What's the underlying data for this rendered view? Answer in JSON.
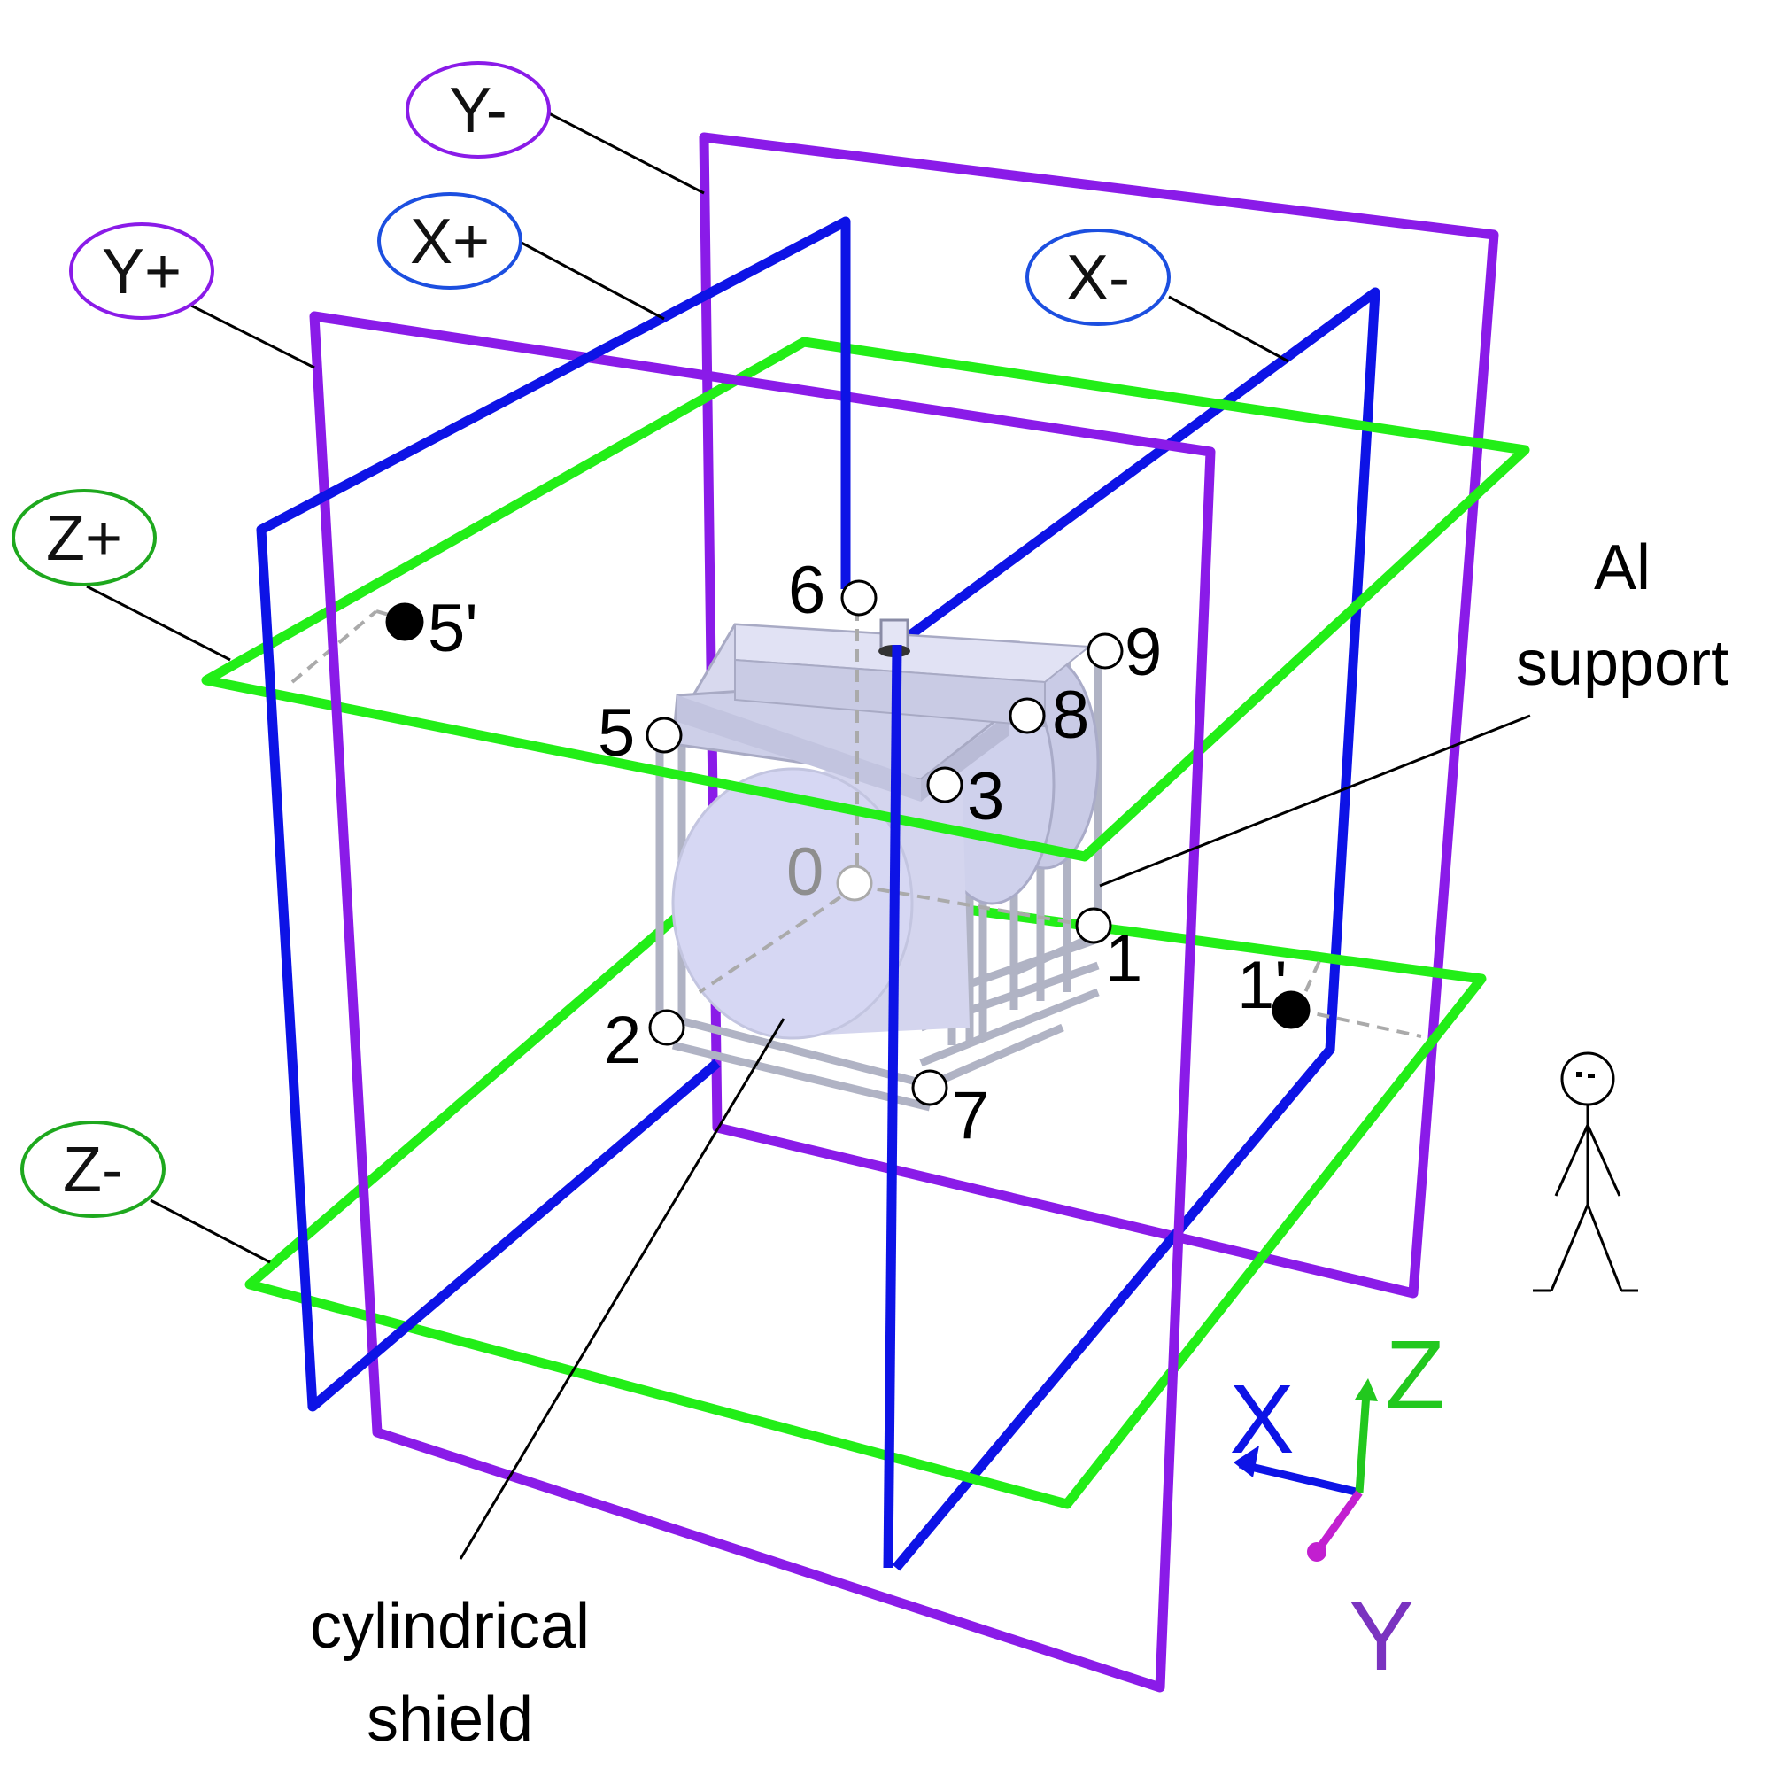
{
  "planes": {
    "y_minus": {
      "label": "Y-",
      "color": "#8a1be8"
    },
    "y_plus": {
      "label": "Y+",
      "color": "#8a1be8"
    },
    "x_plus": {
      "label": "X+",
      "color": "#0d13e6"
    },
    "x_minus": {
      "label": "X-",
      "color": "#0d13e6"
    },
    "z_plus": {
      "label": "Z+",
      "color": "#22ee17"
    },
    "z_minus": {
      "label": "Z-",
      "color": "#22ee17"
    }
  },
  "label_ellipse_colors": {
    "y": "#8a1be8",
    "x": "#1c4fe0",
    "z": "#1ea81e"
  },
  "points": {
    "p0": "0",
    "p1": "1",
    "p1_prime": "1'",
    "p2": "2",
    "p3": "3",
    "p5": "5",
    "p5_prime": "5'",
    "p6": "6",
    "p7": "7",
    "p8": "8",
    "p9": "9"
  },
  "annotations": {
    "al_support_line1": "Al",
    "al_support_line2": "support",
    "shield_line1": "cylindrical",
    "shield_line2": "shield"
  },
  "axes": {
    "x": {
      "label": "X",
      "color": "#0d13e6"
    },
    "y": {
      "label": "Y",
      "color": "#7a33c0",
      "arm_color": "#c21fd0"
    },
    "z": {
      "label": "Z",
      "color": "#22c81e"
    }
  },
  "figure_icon": "stick-figure-person"
}
